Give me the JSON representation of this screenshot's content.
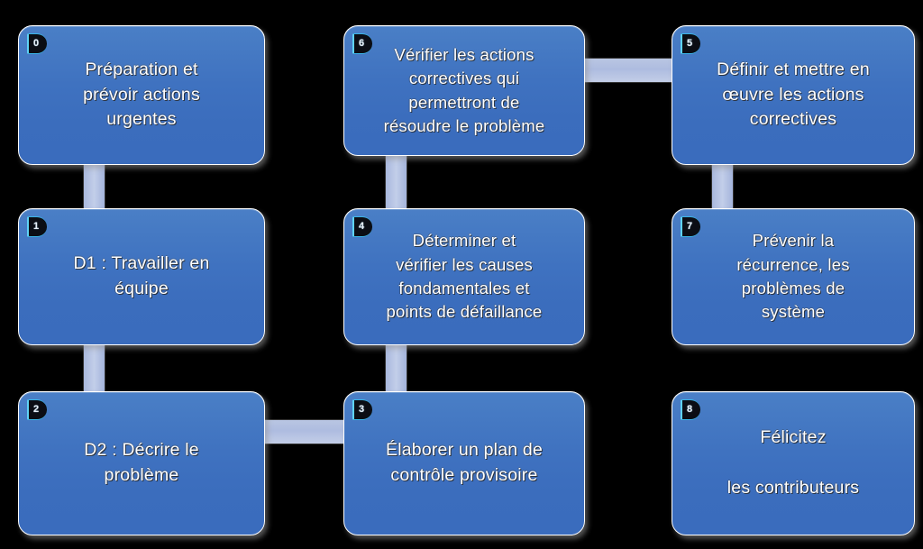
{
  "diagram": {
    "title_text": "",
    "background_color": "#000000",
    "node_fill_top": "#4a7fc6",
    "node_fill_bottom": "#3a6cbd",
    "node_border_color": "#ffffff",
    "connector_color": "#b9c6e2",
    "badge_background": "#0b0d14",
    "badge_accent": "#5fd2f5",
    "text_color": "#ffffff"
  },
  "nodes": [
    {
      "id": "d0",
      "badge": "0",
      "badge_icon": "d-tag-icon",
      "label": "Préparation et\nprévoir actions\nurgentes"
    },
    {
      "id": "d6",
      "badge": "6",
      "badge_icon": "d-tag-icon",
      "label": "Vérifier les actions\ncorrectives qui\npermettront de\nrésoudre le problème"
    },
    {
      "id": "d5",
      "badge": "5",
      "badge_icon": "d-tag-icon",
      "label": "Définir et mettre en\nœuvre les actions\ncorrectives"
    },
    {
      "id": "d1",
      "badge": "1",
      "badge_icon": "d-tag-icon",
      "label": "D1 : Travailler en\néquipe"
    },
    {
      "id": "d4",
      "badge": "4",
      "badge_icon": "d-tag-icon",
      "label": "Déterminer et\nvérifier les causes\nfondamentales et\npoints de défaillance"
    },
    {
      "id": "d7",
      "badge": "7",
      "badge_icon": "d-tag-icon",
      "label": "Prévenir la\nrécurrence, les\nproblèmes de\nsystème"
    },
    {
      "id": "d2",
      "badge": "2",
      "badge_icon": "d-tag-icon",
      "label": "D2 : Décrire le\nproblème"
    },
    {
      "id": "d3",
      "badge": "3",
      "badge_icon": "d-tag-icon",
      "label": "Élaborer un plan de\ncontrôle provisoire"
    },
    {
      "id": "d8",
      "badge": "8",
      "badge_icon": "d-tag-icon",
      "label": "Félicitez\n\nles contributeurs"
    }
  ],
  "connectors": [
    {
      "id": "c-d6-d5",
      "orientation": "horizontal",
      "from": "d6",
      "to": "d5"
    },
    {
      "id": "c-d0-d1",
      "orientation": "vertical",
      "from": "d0",
      "to": "d1"
    },
    {
      "id": "c-d6-d4",
      "orientation": "vertical",
      "from": "d6",
      "to": "d4"
    },
    {
      "id": "c-d5-d7",
      "orientation": "vertical",
      "from": "d5",
      "to": "d7"
    },
    {
      "id": "c-d1-d2",
      "orientation": "vertical",
      "from": "d1",
      "to": "d2"
    },
    {
      "id": "c-d4-d3",
      "orientation": "vertical",
      "from": "d4",
      "to": "d3"
    },
    {
      "id": "c-d2-d3",
      "orientation": "horizontal",
      "from": "d2",
      "to": "d3"
    }
  ]
}
